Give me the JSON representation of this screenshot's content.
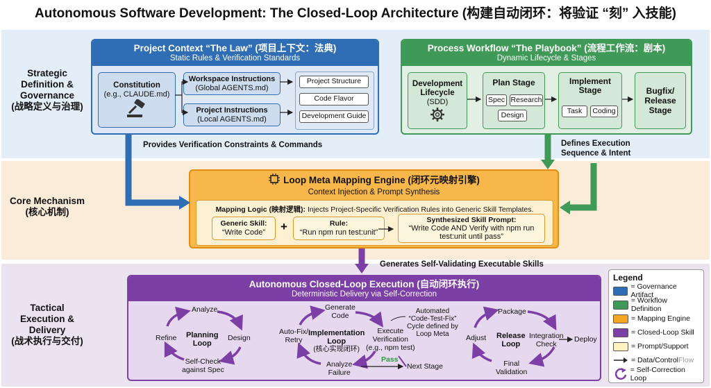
{
  "title": "Autonomous Software Development: The Closed-Loop Architecture (构建自动闭环：将验证 “刻” 入技能)",
  "tiers": {
    "strategic": "Strategic Definition & Governance (战略定义与治理)",
    "strategic_l1": "Strategic",
    "strategic_l2": "Definition &",
    "strategic_l3": "Governance",
    "strategic_l4": "(战略定义与治理)",
    "core_l1": "Core Mechanism",
    "core_l2": "(核心机制)",
    "tactical_l1": "Tactical",
    "tactical_l2": "Execution &",
    "tactical_l3": "Delivery",
    "tactical_l4": "(战术执行与交付)"
  },
  "project_context": {
    "title": "Project Context “The Law” (项目上下文：法典)",
    "subtitle": "Static Rules & Verification Standards",
    "constitution_title": "Constitution",
    "constitution_sub": "(e.g., CLAUDE.md)",
    "workspace_title": "Workspace Instructions",
    "workspace_sub": "(Global AGENTS.md)",
    "project_title": "Project Instructions",
    "project_sub": "(Local AGENTS.md)",
    "guides": [
      "Project Structure",
      "Code Flavor",
      "Development Guide"
    ]
  },
  "process_workflow": {
    "title": "Process Workflow “The Playbook” (流程工作流：剧本)",
    "subtitle": "Dynamic Lifecycle & Stages",
    "lifecycle_title_1": "Development",
    "lifecycle_title_2": "Lifecycle",
    "lifecycle_sub": "(SDD)",
    "plan_title": "Plan Stage",
    "plan_chips": [
      "Spec",
      "Research",
      "Design"
    ],
    "implement_title_1": "Implement",
    "implement_title_2": "Stage",
    "implement_chips": [
      "Task",
      "Coding"
    ],
    "bugfix_1": "Bugfix/",
    "bugfix_2": "Release",
    "bugfix_3": "Stage"
  },
  "flows": {
    "verification": "Provides Verification Constraints & Commands",
    "sequence_1": "Defines Execution",
    "sequence_2": "Sequence & Intent",
    "generates": "Generates Self-Validating Executable Skills"
  },
  "engine": {
    "title": "Loop Meta Mapping Engine (闭环元映射引擎)",
    "subtitle": "Context Injection & Prompt Synthesis",
    "logic_label": "Mapping Logic (映射逻辑):",
    "logic_text": " Injects Project-Specific Verification Rules into Generic Skill Templates.",
    "generic_label": "Generic Skill:",
    "generic_value": "“Write Code”",
    "plus": "+",
    "rule_label": "Rule:",
    "rule_value": "“Run npm run test:unit”",
    "synth_label": "Synthesized Skill Prompt:",
    "synth_value_1": "“Write Code AND Verify with npm run",
    "synth_value_2": "test:unit until pass”"
  },
  "execution": {
    "title": "Autonomous Closed-Loop Execution (自动闭环执行)",
    "subtitle": "Deterministic Delivery via Self-Correction",
    "planning": {
      "center_1": "Planning",
      "center_2": "Loop",
      "analyze": "Analyze",
      "design": "Design",
      "selfcheck_1": "Self-Check",
      "selfcheck_2": "against Spec",
      "refine": "Refine"
    },
    "implementation": {
      "center_1": "Implementation",
      "center_2": "Loop",
      "center_3": "(核心实现闭环)",
      "generate_1": "Generate",
      "generate_2": "Code",
      "execute_1": "Execute",
      "execute_2": "Verification",
      "execute_3": "(e.g., npm test)",
      "analyze_1": "Analyze",
      "analyze_2": "Failure",
      "autofix_1": "Auto-Fix/",
      "autofix_2": "Retry",
      "pass": "Pass",
      "next": "Next Stage",
      "note_1": "Automated",
      "note_2": "“Code-Test-Fix”",
      "note_3": "Cycle defined by",
      "note_4": "Loop Meta"
    },
    "release": {
      "center_1": "Release",
      "center_2": "Loop",
      "package": "Package",
      "integration_1": "Integration",
      "integration_2": "Check",
      "final_1": "Final",
      "final_2": "Validation",
      "adjust": "Adjust",
      "deploy": "Deploy"
    }
  },
  "legend": {
    "title": "Legend",
    "items": [
      {
        "label": "= Governance Artifact",
        "color": "#2f6db5"
      },
      {
        "label": "= Workflow Definition",
        "color": "#3f9a57"
      },
      {
        "label": "= Mapping Engine",
        "color": "#f5a623"
      },
      {
        "label": "= Closed-Loop Skill",
        "color": "#7b3fa6"
      },
      {
        "label": "= Prompt/Support",
        "color": "#fdf2c0"
      }
    ],
    "flow_label": "= Data/Control ",
    "flow_label_2": "Flow",
    "loop_label": "= Self-Correction Loop"
  },
  "colors": {
    "blue": "#2f6db5",
    "green": "#3f9a57",
    "orange": "#f5a623",
    "purple": "#7b3fa6"
  }
}
